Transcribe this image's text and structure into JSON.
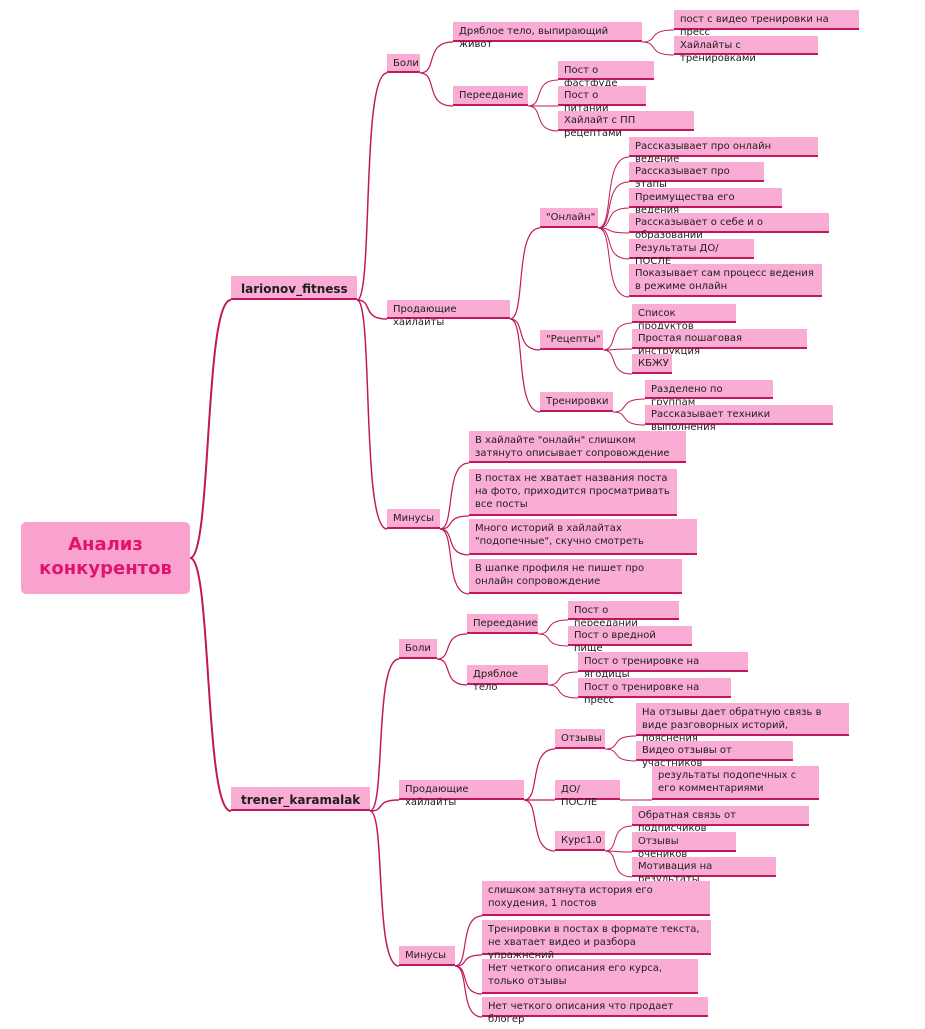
{
  "root": {
    "title": "Анализ конкурентов"
  },
  "branches": [
    {
      "name": "larionov_fitness",
      "groups": [
        {
          "label": "Боли",
          "children": [
            {
              "label": "Дряблое тело, выпирающий живот",
              "children": [
                "пост с видео тренировки на пресс",
                "Хайлайты с тренировками"
              ]
            },
            {
              "label": "Переедание",
              "children": [
                "Пост о фастфуде",
                "Пост о питании",
                "Хайлайт с ПП рецептами"
              ]
            }
          ]
        },
        {
          "label": "Продающие хайлайты",
          "children": [
            {
              "label": "\"Онлайн\"",
              "children": [
                "Рассказывает про онлайн ведение",
                "Рассказывает про этапы",
                "Преимущества его ведения",
                "Рассказывает о себе и о образовании",
                "Результаты ДО/ПОСЛЕ",
                "Показывает сам процесс ведения в режиме онлайн"
              ]
            },
            {
              "label": "\"Рецепты\"",
              "children": [
                "Список продуктов",
                "Простая пошаговая инструкция",
                "КБЖУ"
              ]
            },
            {
              "label": "Тренировки",
              "children": [
                "Разделено по группам",
                "Рассказывает техники выполнения"
              ]
            }
          ]
        },
        {
          "label": "Минусы",
          "children": [
            {
              "label": "В хайлайте \"онлайн\" слишком затянуто описывает сопровождение",
              "children": []
            },
            {
              "label": "В постах не хватает названия поста на фото, приходится просматривать все посты",
              "children": []
            },
            {
              "label": "Много историй в хайлайтах \"подопечные\", скучно смотреть",
              "children": []
            },
            {
              "label": "В шапке профиля не пишет про онлайн сопровождение",
              "children": []
            }
          ]
        }
      ]
    },
    {
      "name": "trener_karamalak",
      "groups": [
        {
          "label": "Боли",
          "children": [
            {
              "label": "Переедание",
              "children": [
                "Пост о переедании",
                "Пост о вредной пище"
              ]
            },
            {
              "label": "Дряблое тело",
              "children": [
                "Пост о тренировке на ягодицы",
                "Пост о тренировке на пресс"
              ]
            }
          ]
        },
        {
          "label": "Продающие хайлайты",
          "children": [
            {
              "label": "Отзывы",
              "children": [
                "На отзывы дает обратную связь в виде разговорных историй, пояснения",
                "Видео отзывы от участников"
              ]
            },
            {
              "label": "ДО/ПОСЛЕ",
              "children": [
                "результаты  подопечных с его комментариями"
              ]
            },
            {
              "label": "Курс1.0",
              "children": [
                "Обратная связь от подписчиков",
                "Отзывы очеников",
                "Мотивация на результаты"
              ]
            }
          ]
        },
        {
          "label": "Минусы",
          "children": [
            {
              "label": "слишком затянута история его похудения, 1 постов",
              "children": []
            },
            {
              "label": "Тренировки в постах в формате текста, не хватает видео и разбора упражнений",
              "children": []
            },
            {
              "label": "Нет четкого описания его курса, только отзывы",
              "children": []
            },
            {
              "label": "Нет четкого описания что продает блогер",
              "children": []
            }
          ]
        }
      ]
    }
  ],
  "colors": {
    "node_fill": "#f9acd4",
    "root_fill": "#f9a2ce",
    "root_text": "#e0136f",
    "connector": "#c2185b"
  }
}
